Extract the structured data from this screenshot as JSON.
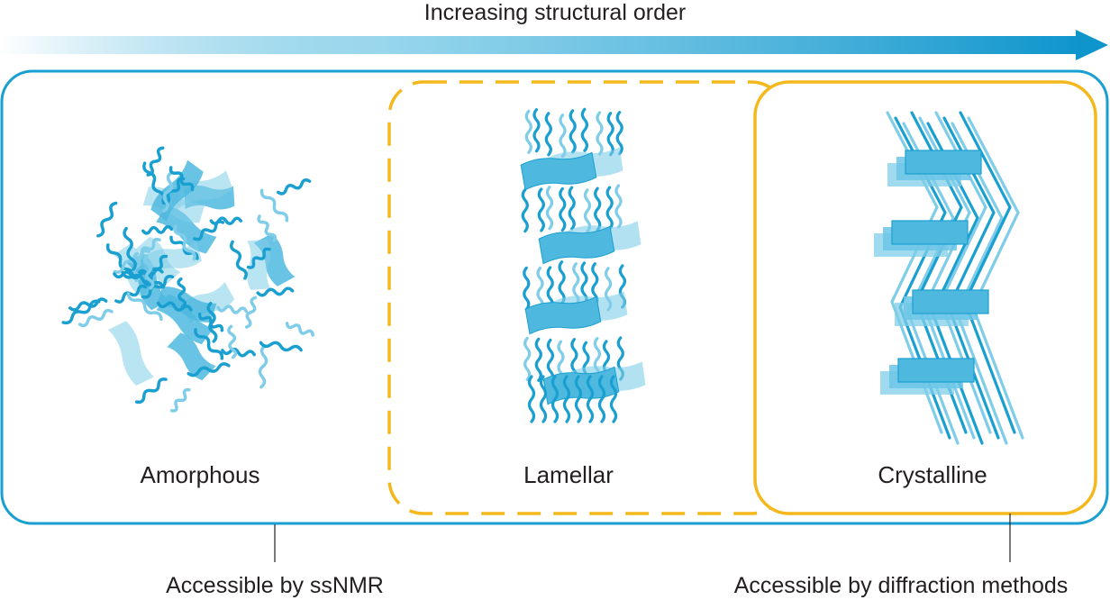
{
  "header": {
    "arrow_label": "Increasing structural order"
  },
  "panels": [
    {
      "id": "amorphous",
      "label": "Amorphous"
    },
    {
      "id": "lamellar",
      "label": "Lamellar"
    },
    {
      "id": "crystalline",
      "label": "Crystalline"
    }
  ],
  "callouts": {
    "ssnmr": "Accessible by ssNMR",
    "diffraction": "Accessible by diffraction methods"
  },
  "colors": {
    "blue": "#1a9fd1",
    "blue_light": "#7fcde8",
    "blue_fill": "#4fb8df",
    "gold": "#f4b81c",
    "text": "#231f20"
  }
}
